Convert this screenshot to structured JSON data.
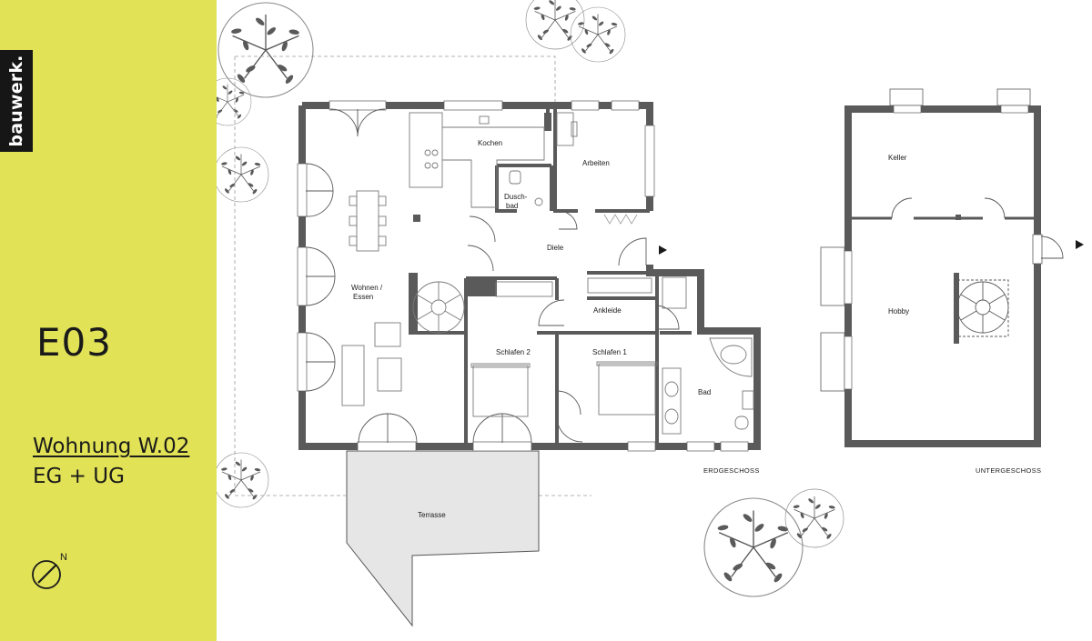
{
  "brand": {
    "logo_text": "bauwerk."
  },
  "unit": {
    "code": "E03",
    "name": "Wohnung W.02",
    "floors": "EG + UG"
  },
  "compass": {
    "north_label": "N",
    "icon": "compass-icon"
  },
  "colors": {
    "accent": "#e1e256",
    "wall": "#5a5a5a",
    "terrace": "#e6e6e6",
    "logo_bg": "#161616"
  },
  "rooms": {
    "kochen": "Kochen",
    "arbeiten": "Arbeiten",
    "duschbad_1": "Dusch-",
    "duschbad_2": "bad",
    "diele": "Diele",
    "wohnen_1": "Wohnen /",
    "wohnen_2": "Essen",
    "ankleide": "Ankleide",
    "schlafen2": "Schlafen 2",
    "schlafen1": "Schlafen 1",
    "bad": "Bad",
    "terrasse": "Terrasse",
    "keller": "Keller",
    "hobby": "Hobby"
  },
  "floors": {
    "eg": "ERDGESCHOSS",
    "ug": "UNTERGESCHOSS"
  }
}
